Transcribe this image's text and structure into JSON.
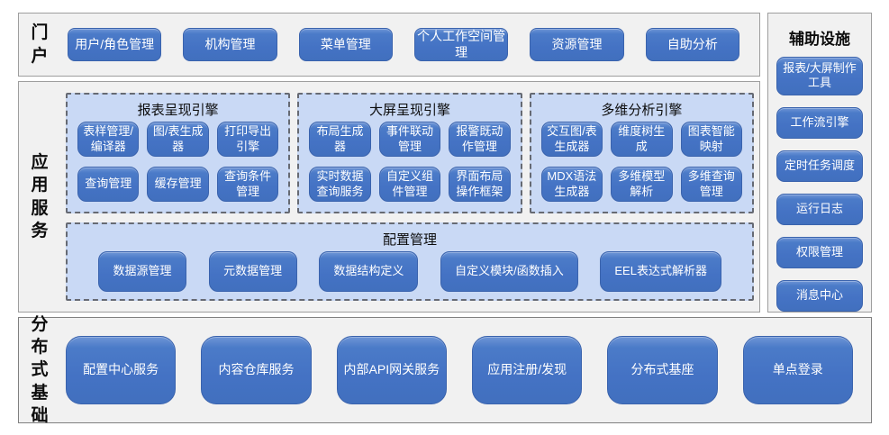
{
  "portal": {
    "label": "门户",
    "buttons": [
      "用户/角色管理",
      "机构管理",
      "菜单管理",
      "个人工作空间管理",
      "资源管理",
      "自助分析"
    ]
  },
  "app_services": {
    "label": "应用服务",
    "engines": [
      {
        "title": "报表呈现引擎",
        "buttons": [
          "表样管理/编译器",
          "图/表生成器",
          "打印导出引擎",
          "查询管理",
          "缓存管理",
          "查询条件管理"
        ]
      },
      {
        "title": "大屏呈现引擎",
        "buttons": [
          "布局生成器",
          "事件联动管理",
          "报警既动作管理",
          "实时数据查询服务",
          "自定义组件管理",
          "界面布局操作框架"
        ]
      },
      {
        "title": "多维分析引擎",
        "buttons": [
          "交互图/表生成器",
          "维度树生成",
          "图表智能映射",
          "MDX语法生成器",
          "多维模型解析",
          "多维查询管理"
        ]
      }
    ],
    "config": {
      "title": "配置管理",
      "buttons": [
        "数据源管理",
        "元数据管理",
        "数据结构定义",
        "自定义模块/函数插入",
        "EEL表达式解析器"
      ]
    }
  },
  "auxiliary": {
    "title": "辅助设施",
    "buttons": [
      "报表/大屏制作工具",
      "工作流引擎",
      "定时任务调度",
      "运行日志",
      "权限管理",
      "消息中心"
    ]
  },
  "distributed": {
    "label": "分布式基础",
    "buttons": [
      "配置中心服务",
      "内容仓库服务",
      "内部API网关服务",
      "应用注册/发现",
      "分布式基座",
      "单点登录"
    ]
  },
  "colors": {
    "button_blue": "#4472C4",
    "button_border_blue": "#3A63AD",
    "panel_blue": "#C9D9F5",
    "section_bg": "#F1F1F1",
    "section_border": "#9E9E9E",
    "text_on_button": "#FFFFFF"
  }
}
